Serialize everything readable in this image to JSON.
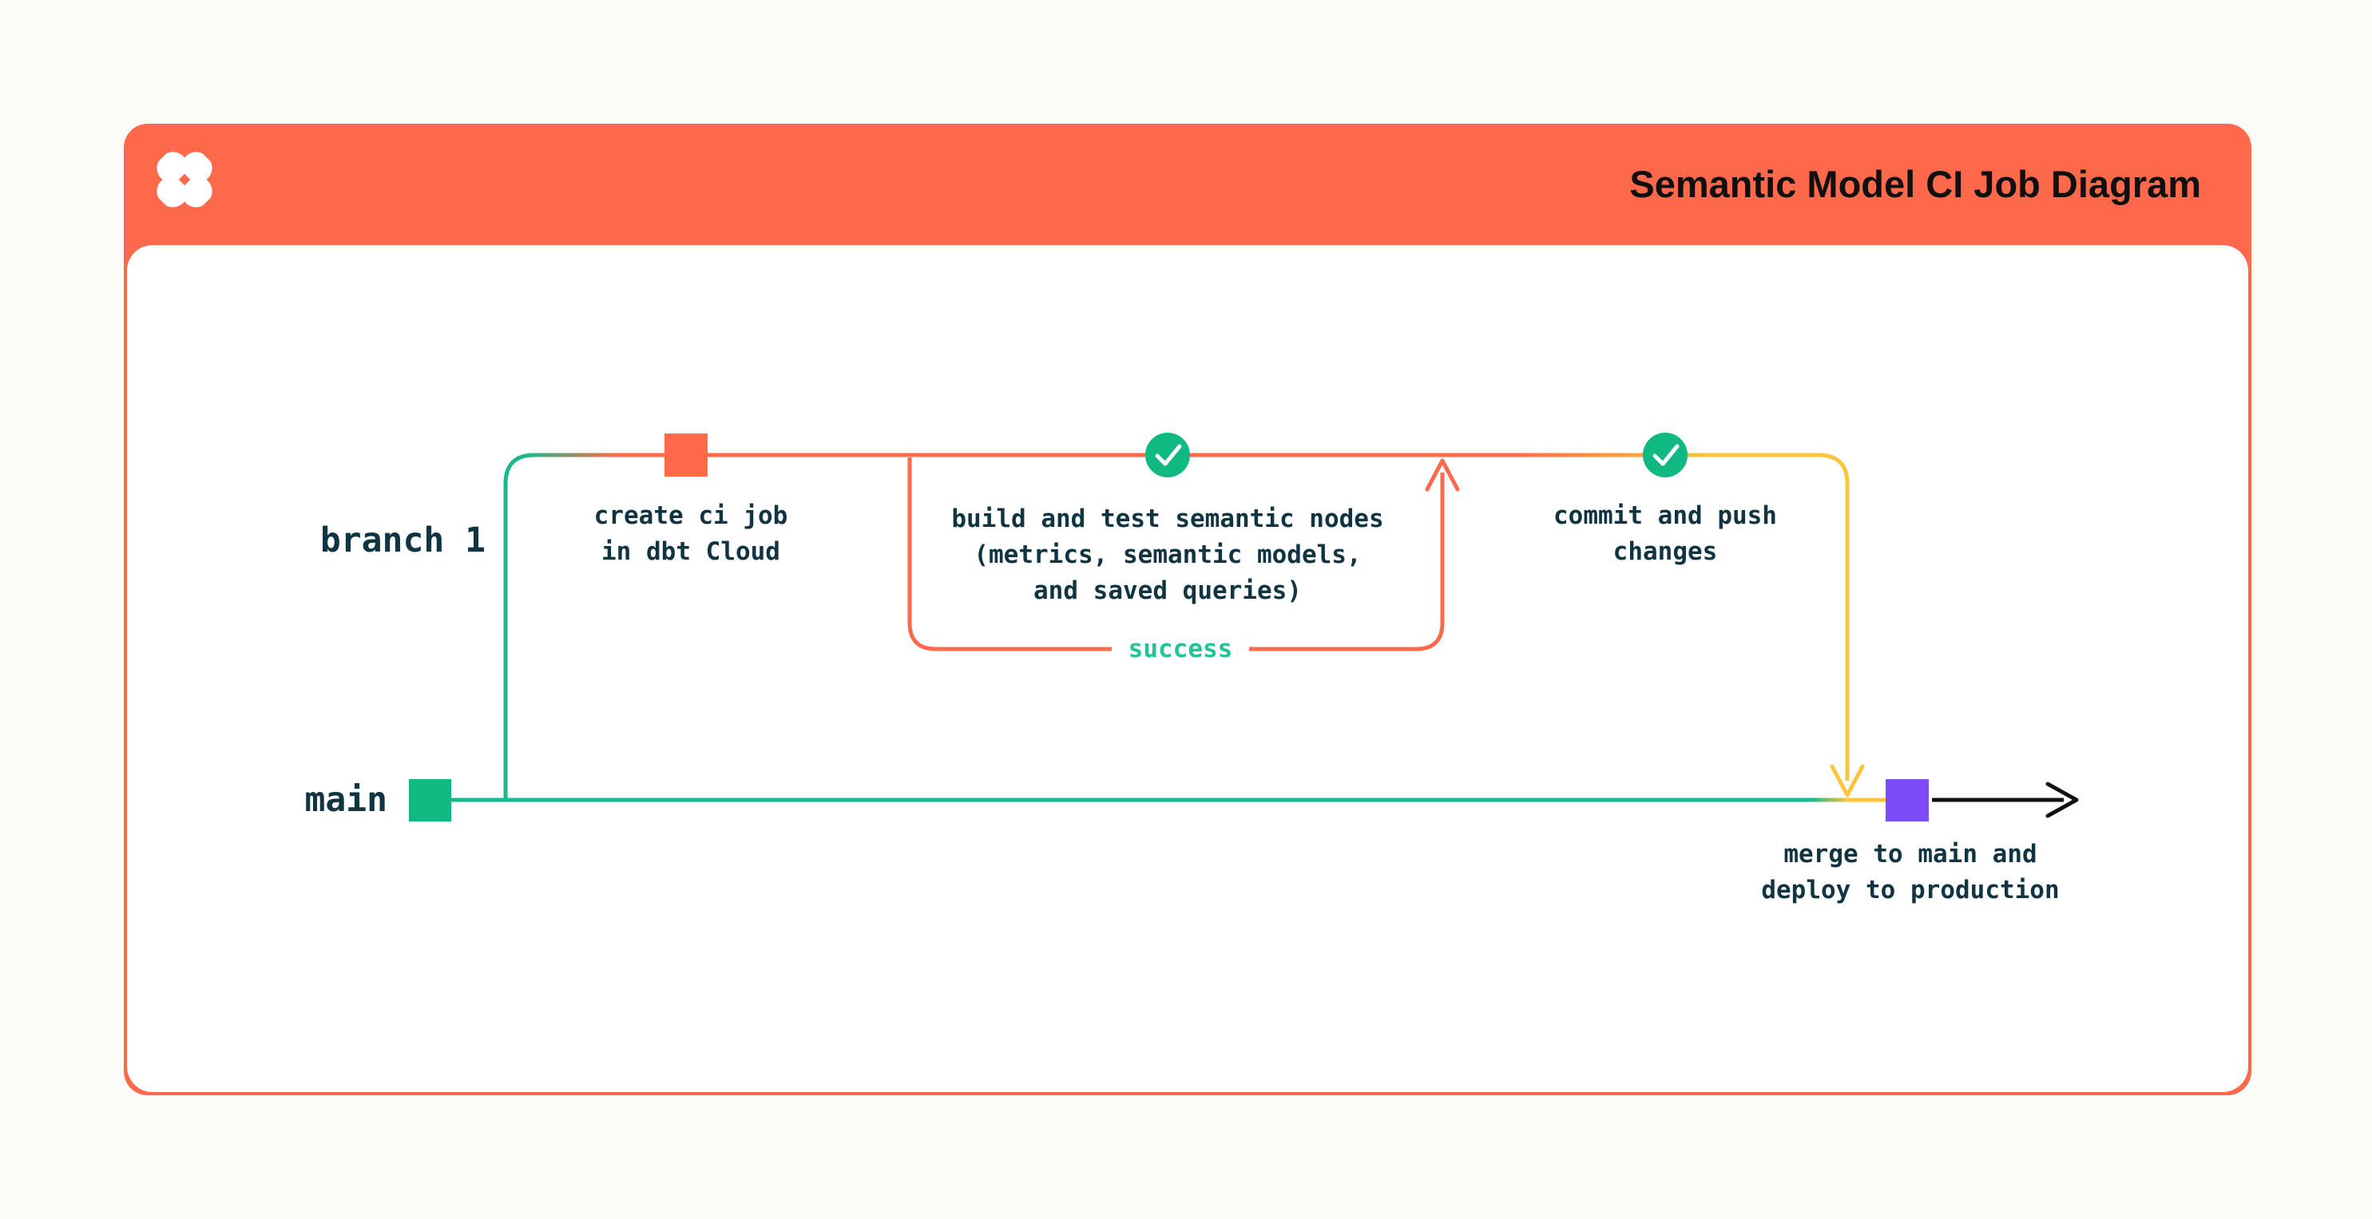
{
  "header": {
    "title": "Semantic Model CI Job Diagram",
    "logo": "dbt-logo"
  },
  "diagram": {
    "branch_label": "branch 1",
    "main_label": "main",
    "loop_label": "success",
    "nodes": {
      "create_ci": {
        "lines": [
          "create ci job",
          "in dbt Cloud"
        ]
      },
      "build_test": {
        "lines": [
          "build and test semantic nodes",
          "(metrics, semantic models,",
          "and saved queries)"
        ]
      },
      "commit_push": {
        "lines": [
          "commit and push",
          "changes"
        ]
      },
      "merge_deploy": {
        "lines": [
          "merge to main and",
          "deploy to production"
        ]
      }
    }
  },
  "colors": {
    "orange": "#FF694B",
    "green_fill": "#10B981",
    "green_line": "#16BA8C",
    "success_green": "#21C496",
    "yellow": "#FDC53D",
    "purple": "#7C4DF7",
    "ink": "#103442",
    "title": "#101010",
    "page_bg": "#FBFBF8",
    "card_bg": "#FFFFFF",
    "arrow_black": "#111111"
  }
}
